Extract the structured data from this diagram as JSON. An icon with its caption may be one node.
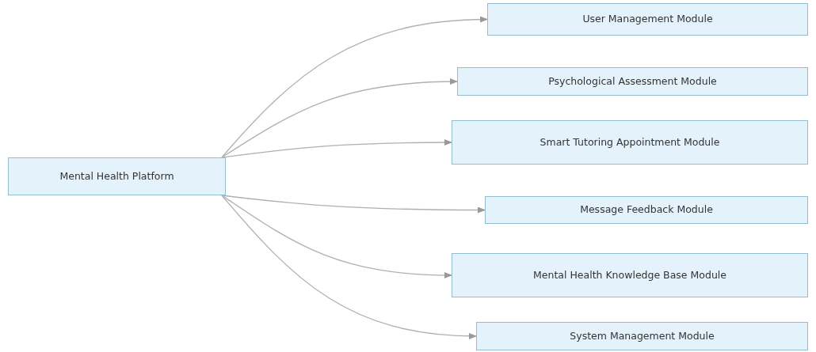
{
  "diagram": {
    "nodes": [
      {
        "text": [
          "Mental Health Platform"
        ]
      },
      {
        "text": [
          "User Management Module"
        ]
      },
      {
        "text": [
          "Psychological Assessment Module"
        ]
      },
      {
        "text": [
          "Smart Tutoring Appointment Module"
        ]
      },
      {
        "text": [
          "Message Feedback Module"
        ]
      },
      {
        "text": [
          "Mental Health Knowledge Base Module"
        ]
      },
      {
        "text": [
          "System Management Module"
        ]
      }
    ],
    "edges": [
      {
        "from": 0,
        "to": 1,
        "arrow": "to"
      },
      {
        "from": 0,
        "to": 2,
        "arrow": "to"
      },
      {
        "from": 0,
        "to": 3,
        "arrow": "to"
      },
      {
        "from": 0,
        "to": 4,
        "arrow": "to"
      },
      {
        "from": 0,
        "to": 5,
        "arrow": "to"
      },
      {
        "from": 0,
        "to": 6,
        "arrow": "to"
      }
    ]
  }
}
